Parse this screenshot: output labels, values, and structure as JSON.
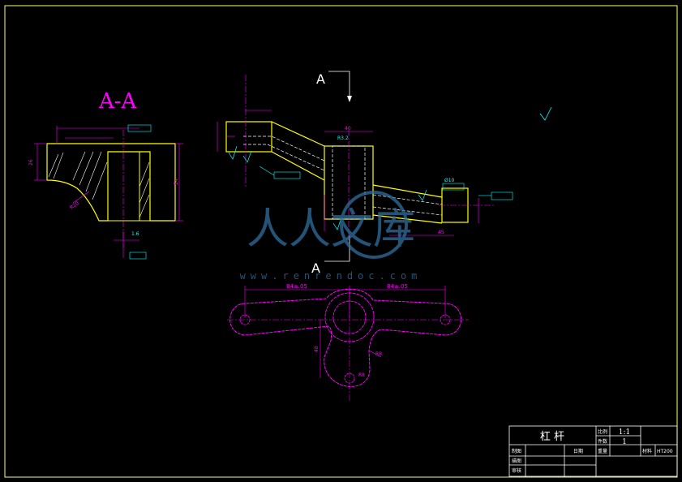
{
  "colors": {
    "background": "#000000",
    "border": "#ffff66",
    "outline": "#ffff00",
    "dimension": "#ff00ff",
    "annotation": "#00ffff",
    "hidden": "#ffffff",
    "watermark": "#2f6f9f"
  },
  "section": {
    "label": "A-A",
    "dims": [
      "26",
      "54",
      "R20",
      "1.6"
    ]
  },
  "section_marks": {
    "top": "A",
    "bottom": "A"
  },
  "front_view": {
    "dims": [
      "40",
      "45",
      "R3.2"
    ]
  },
  "right_callout": {
    "text": "Ø10"
  },
  "plan_view": {
    "left_dim": "84±.05",
    "right_dim": "84±.05",
    "vertical_dim": "48",
    "radius_dim": "R8",
    "hole_dim": "R8"
  },
  "watermark": {
    "text": "人人文库",
    "sub": "www.renrendoc.com"
  },
  "title_block": {
    "part_name": "杠 杆",
    "scale_label": "比例",
    "scale_value": "1:1",
    "qty_label": "件数",
    "qty_value": "1",
    "weight_label": "重量",
    "material_label": "材料",
    "material_value": "HT200",
    "row_designer": "制图",
    "row_drawer": "描图",
    "row_checker": "审核",
    "date_label": "日期"
  }
}
